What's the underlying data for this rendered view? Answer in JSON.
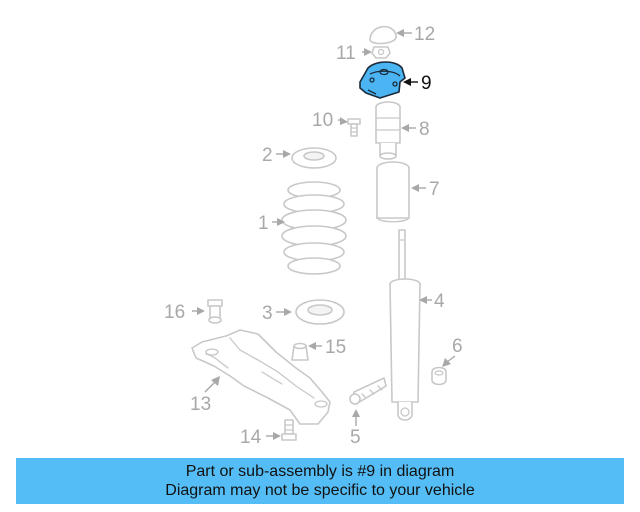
{
  "diagram": {
    "highlighted_part": "9",
    "callouts": {
      "c1": "1",
      "c2": "2",
      "c3": "3",
      "c4": "4",
      "c5": "5",
      "c6": "6",
      "c7": "7",
      "c8": "8",
      "c9": "9",
      "c10": "10",
      "c11": "11",
      "c12": "12",
      "c13": "13",
      "c14": "14",
      "c15": "15",
      "c16": "16"
    },
    "highlight_color": "#4bb5f3"
  },
  "banner": {
    "line1": "Part or sub-assembly is #9 in diagram",
    "line2": "Diagram may not be specific to your vehicle",
    "background": "#55bdf6"
  }
}
